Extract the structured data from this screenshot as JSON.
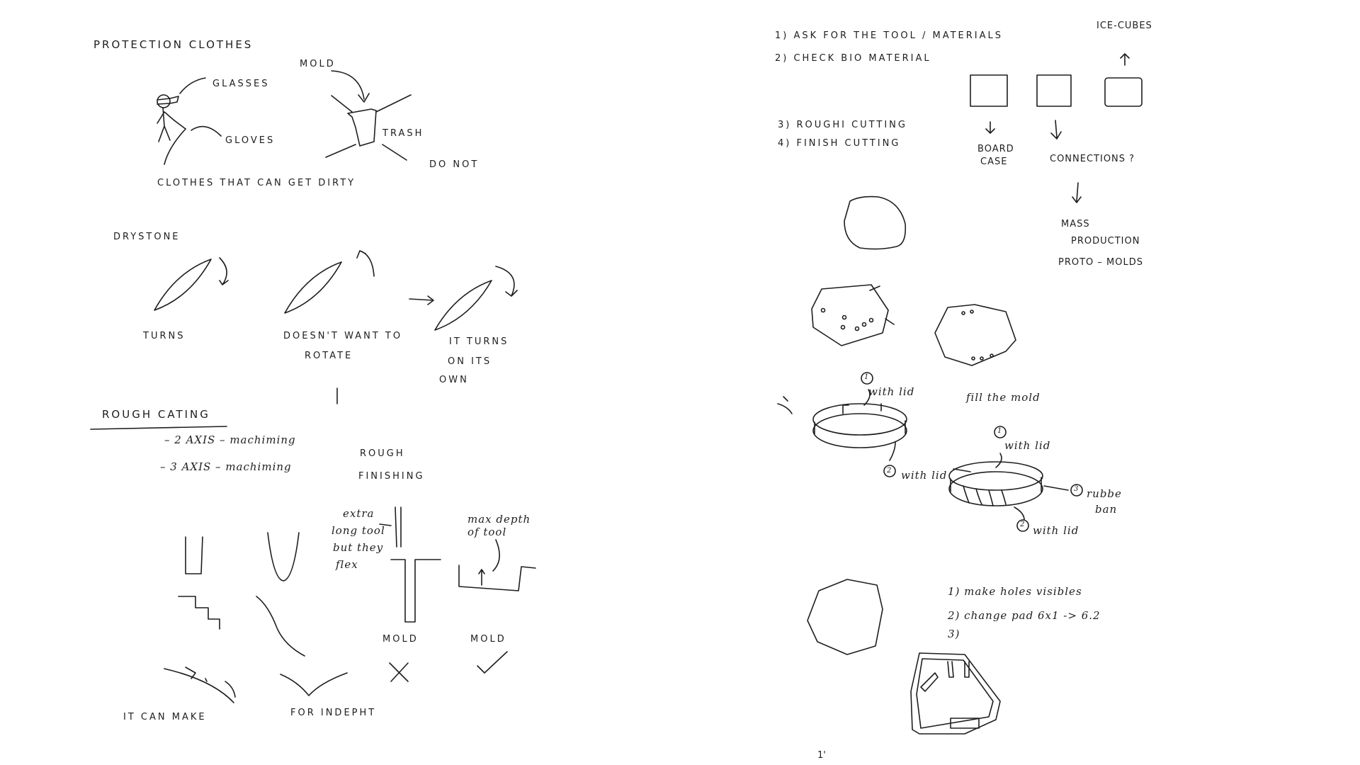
{
  "left_page": {
    "protection": {
      "heading": "PROTECTION CLOTHES",
      "glasses": "GLASSES",
      "gloves": "GLOVES",
      "mold": "MOLD",
      "trash": "TRASH",
      "do_not": "DO NOT",
      "clothes_note": "CLOTHES THAT CAN GET DIRTY"
    },
    "drystone": {
      "heading": "DRYSTONE",
      "turns": "TURNS",
      "doesnt_line1": "DOESN'T WANT TO",
      "doesnt_line2": "ROTATE",
      "own_line1": "IT TURNS",
      "own_line2": "ON ITS",
      "own_line3": "OWN"
    },
    "rough_cutting": {
      "heading": "ROUGH CATING",
      "axis2": "– 2 AXIS – machiming",
      "rough": "ROUGH",
      "axis3": "– 3 AXIS – machiming",
      "finishing": "FINISHING"
    },
    "tools": {
      "extra_line1": "extra",
      "extra_line2": "long tool",
      "extra_line3": "but they",
      "extra_line4": "flex",
      "max_line1": "max depth",
      "max_line2": "of tool",
      "mold_left": "MOLD",
      "mold_right": "MOLD",
      "it_can_make": "IT CAN MAKE",
      "for_indepht": "FOR INDEPHT"
    }
  },
  "right_page": {
    "steps": [
      "1) ASK FOR THE TOOL / MATERIALS",
      "2) CHECK BIO MATERIAL",
      "3) ROUGHI CUTTING",
      "4) FINISH CUTTING"
    ],
    "ice_cubes": "ICE-CUBES",
    "board_line1": "BOARD",
    "board_line2": "CASE",
    "connections": "CONNECTIONS ?",
    "mass_line1": "MASS",
    "mass_line2": "PRODUCTION",
    "proto": "PROTO – MOLDS",
    "fill_mold": "fill the mold",
    "lid1_num": "1",
    "lid1": "with lid",
    "lid2_num": "2",
    "lid2": "with lid",
    "lid3_num": "1",
    "lid3": "with lid",
    "rubber_num": "3",
    "rubber_line1": "rubbe",
    "rubber_line2": "ban",
    "lid4_num": "2",
    "lid4": "with lid",
    "todo": [
      "1) make holes visibles",
      "2) change pad 6x1 -> 6.2",
      "3)"
    ],
    "page_number": "1'"
  }
}
